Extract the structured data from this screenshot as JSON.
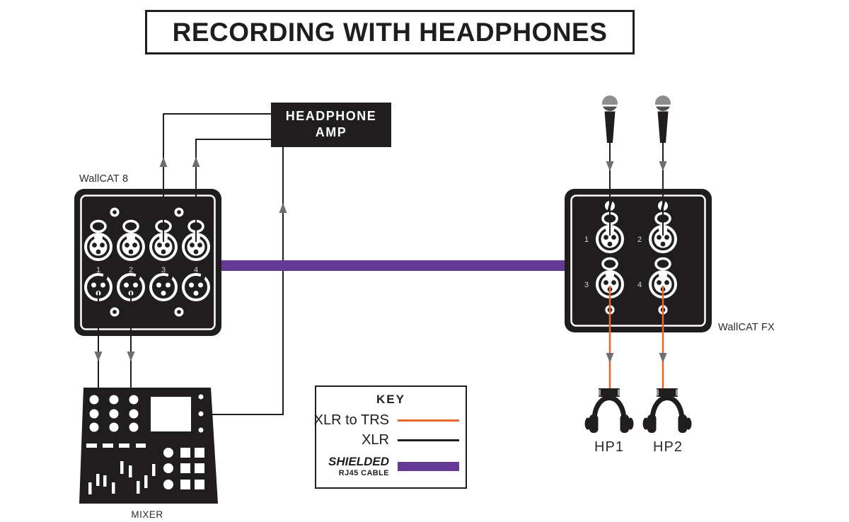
{
  "title": "RECORDING WITH HEADPHONES",
  "headphone_amp": {
    "line1": "HEADPHONE",
    "line2": "AMP"
  },
  "wallcat8": {
    "label": "WallCAT 8",
    "ports": [
      "1",
      "2",
      "3",
      "4"
    ]
  },
  "wallcatfx": {
    "label": "WallCAT FX",
    "ports": [
      "1",
      "2",
      "3",
      "4"
    ]
  },
  "mixer": {
    "label": "MIXER"
  },
  "headphones": [
    {
      "label": "HP1"
    },
    {
      "label": "HP2"
    }
  ],
  "key": {
    "title": "KEY",
    "rows": [
      {
        "label": "XLR to TRS",
        "swatch": "orange-thin"
      },
      {
        "label": "XLR",
        "swatch": "black-thin"
      },
      {
        "label": "SHIELDED",
        "sublabel": "RJ45 CABLE",
        "swatch": "purple-thick"
      }
    ]
  },
  "colors": {
    "device_black": "#201d1e",
    "xlr_trs_orange": "#e8672f",
    "shielded_rj45_purple": "#653a94",
    "arrow_gray": "#6e6e6e"
  }
}
